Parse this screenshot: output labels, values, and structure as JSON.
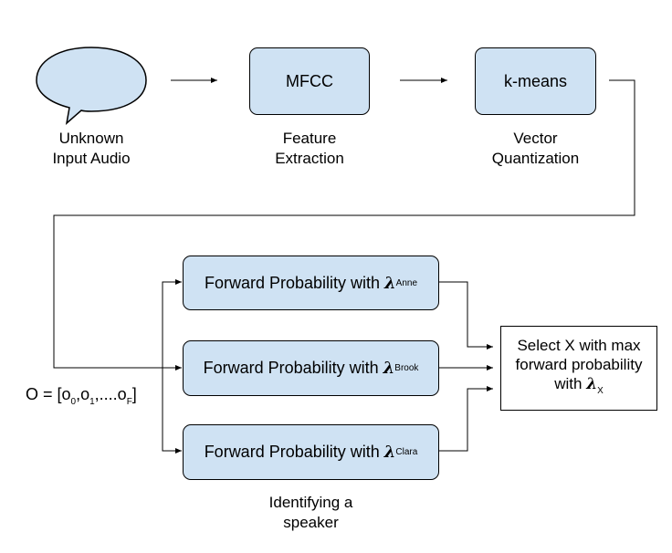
{
  "top_row": {
    "audio_caption": [
      "Unknown",
      "Input Audio"
    ],
    "mfcc_label": "MFCC",
    "mfcc_caption": [
      "Feature",
      "Extraction"
    ],
    "kmeans_label": "k-means",
    "kmeans_caption": [
      "Vector",
      "Quantization"
    ]
  },
  "observation": {
    "prefix": "O = [o",
    "sub0": "0",
    "sep1": ",o",
    "sub1": "1",
    "sep2": ",....o",
    "subF": "F",
    "suffix": "]"
  },
  "forward_boxes": [
    {
      "text": "Forward Probability with ",
      "lambda": "λ",
      "model": "Anne"
    },
    {
      "text": "Forward Probability with ",
      "lambda": "λ",
      "model": "Brook"
    },
    {
      "text": "Forward Probability with ",
      "lambda": "λ",
      "model": "Clara"
    }
  ],
  "forward_caption": [
    "Identifying a",
    "speaker"
  ],
  "select_box": {
    "line1": "Select X with max",
    "line2": "forward probability",
    "line3_prefix": "with ",
    "lambda": "λ",
    "subscript": "X"
  },
  "colors": {
    "box_fill": "#cfe2f3",
    "stroke": "#000000"
  }
}
